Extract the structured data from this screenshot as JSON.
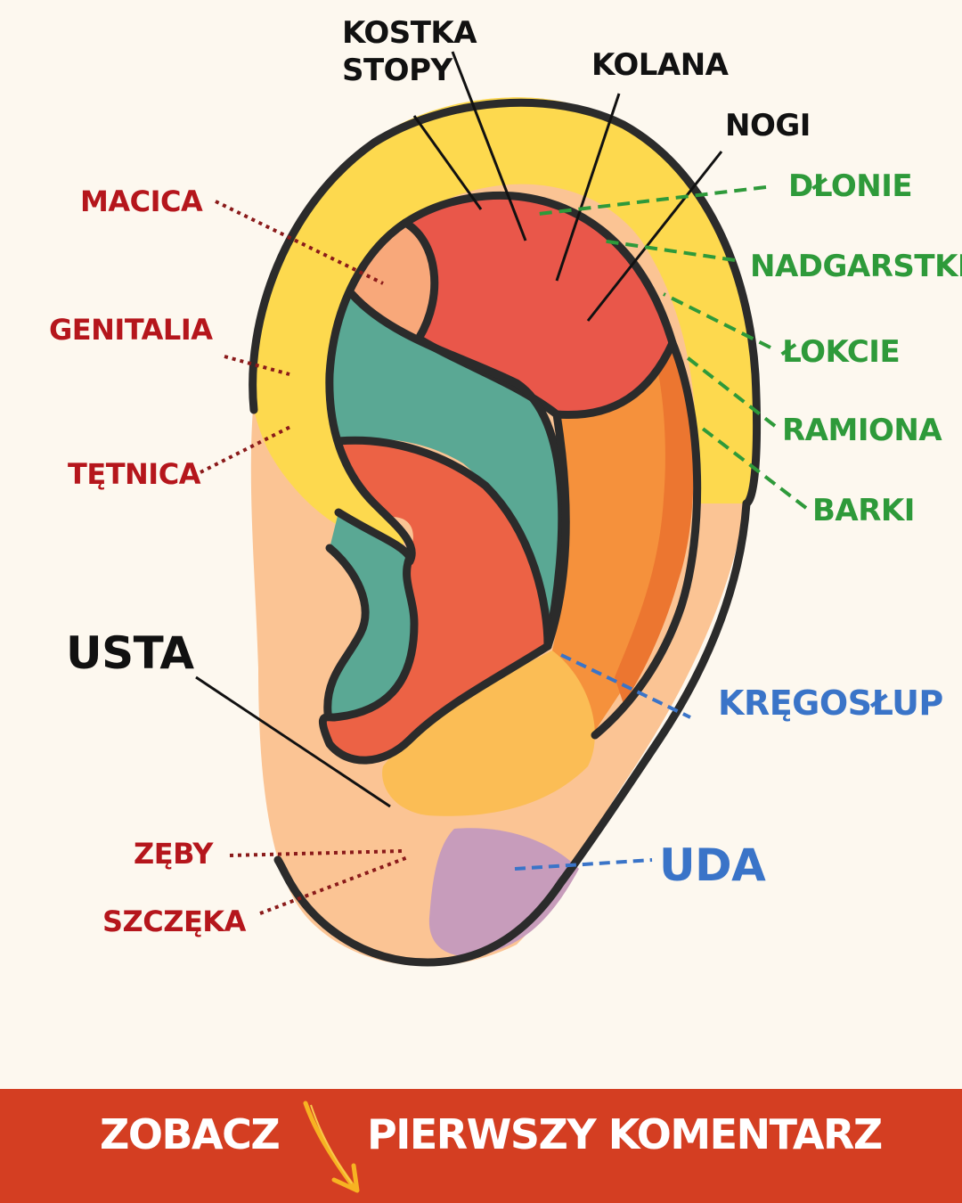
{
  "diagram": {
    "subject": "Ear reflexology map",
    "labels_top": {
      "kostka_stopy_line1": "KOSTKA",
      "kostka_stopy_line2": "STOPY",
      "kolana": "KOLANA",
      "nogi": "NOGI"
    },
    "labels_right_green": [
      "DŁONIE",
      "NADGARSTKI",
      "ŁOKCIE",
      "RAMIONA",
      "BARKI"
    ],
    "labels_left_red": [
      "MACICA",
      "GENITALIA",
      "TĘTNICA"
    ],
    "label_usta": "USTA",
    "labels_bottom_red": [
      "ZĘBY",
      "SZCZĘKA"
    ],
    "label_kregoslup": "KRĘGOSŁUP",
    "label_uda": "UDA",
    "colors": {
      "background": "#fdf8ef",
      "outline": "#2b2b2b",
      "helix_yellow": "#fdd94e",
      "skin": "#fbc494",
      "red_zone": "#e9574a",
      "teal_zone": "#5aa894",
      "orange_zone": "#f5913c",
      "lobe_purple": "#c79cbb",
      "label_red": "#b5161c",
      "label_green": "#2e9a3a",
      "label_blue": "#3a74c8",
      "banner": "#d43e22",
      "arrow": "#f7b322"
    }
  },
  "banner": {
    "left_text": "ZOBACZ",
    "right_text": "PIERWSZY KOMENTARZ",
    "arrow_icon": "arrow-down-right-icon"
  }
}
